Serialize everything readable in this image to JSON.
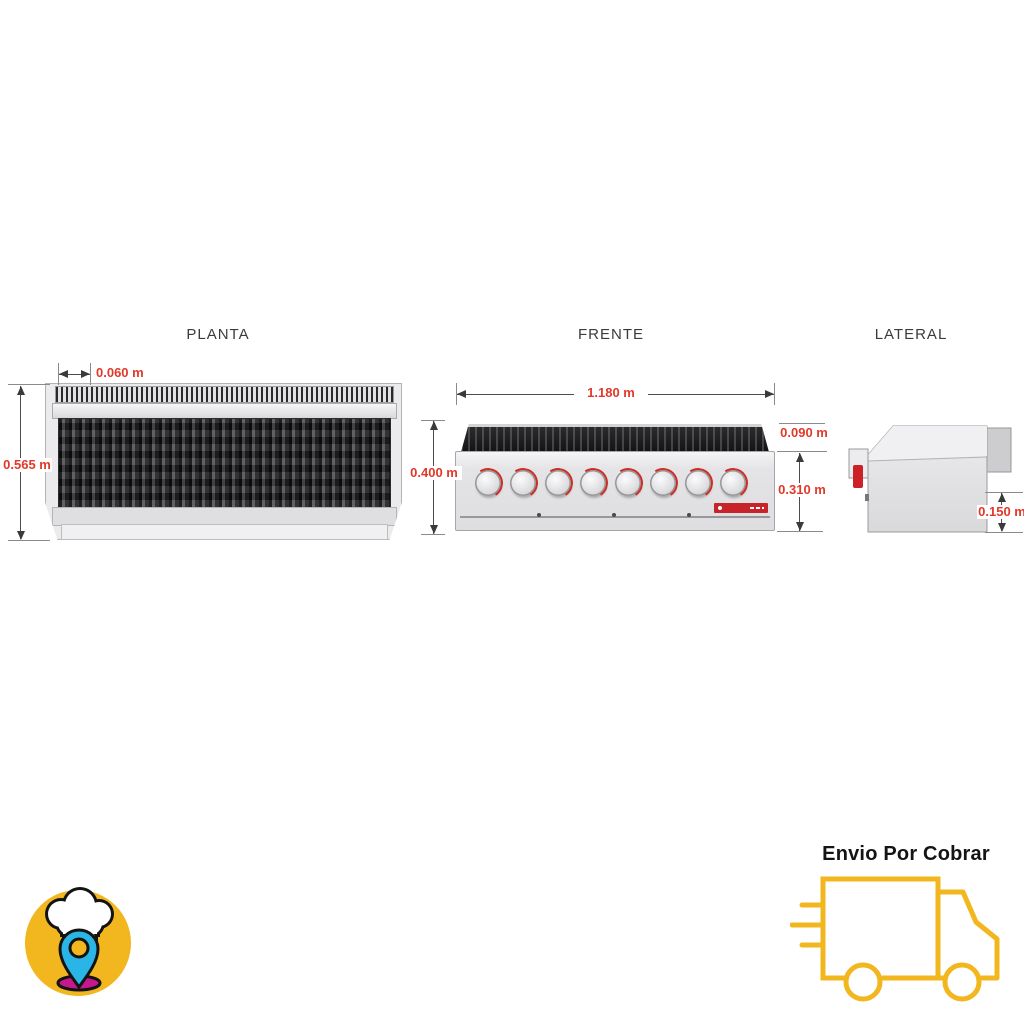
{
  "views": {
    "planta": {
      "title": "PLANTA",
      "dim_grate_offset": "0.060 m",
      "dim_depth": "0.565 m"
    },
    "frente": {
      "title": "FRENTE",
      "dim_width": "1.180 m",
      "dim_total_height": "0.400 m",
      "dim_grill_height": "0.090 m",
      "dim_body_height": "0.310 m",
      "burner_count": 8
    },
    "lateral": {
      "title": "LATERAL",
      "dim_base_height": "0.150 m"
    }
  },
  "shipping": {
    "label": "Envio Por Cobrar",
    "icon": "delivery-truck-icon"
  },
  "logo": {
    "icon": "chef-hat-location-pin-logo"
  },
  "colors": {
    "dimension_red": "#e2382a",
    "accent_yellow": "#f2b71e",
    "pin_blue": "#2ab5e7",
    "pin_magenta": "#c6188c",
    "badge_red": "#c8232b",
    "title_text": "#3b3b3d"
  }
}
